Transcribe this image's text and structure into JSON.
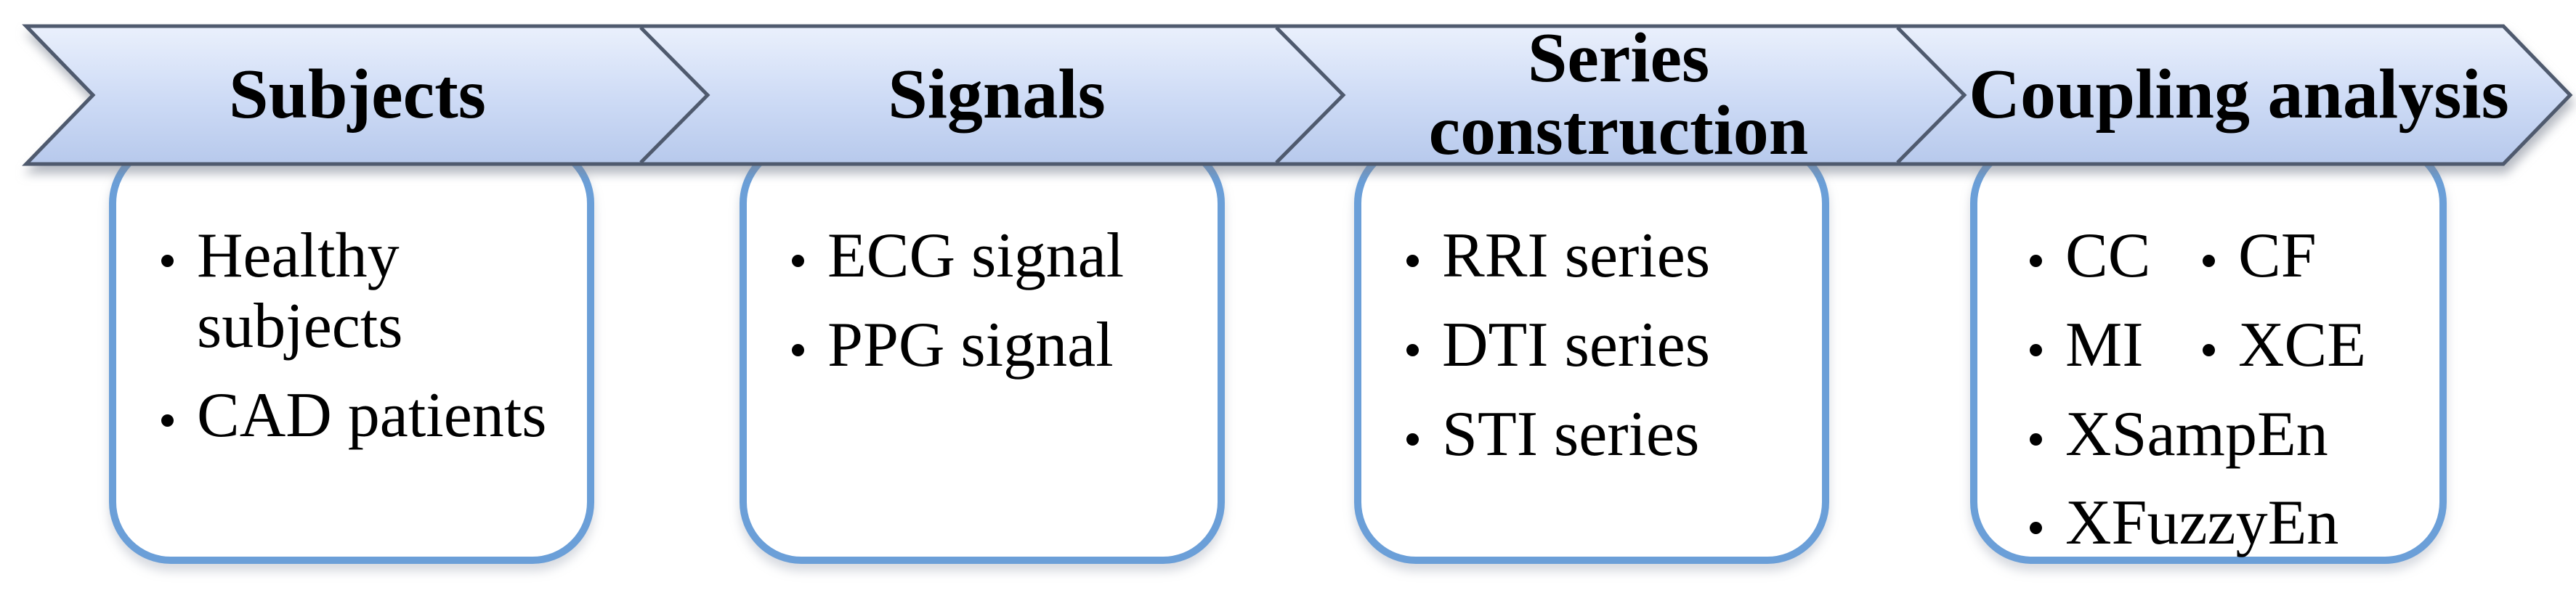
{
  "figure": {
    "description": "Process flow diagram with four chevron stages and bullet detail boxes",
    "stages": [
      {
        "label": "Subjects",
        "items": [
          "Healthy subjects",
          "CAD patients"
        ]
      },
      {
        "label": "Signals",
        "items": [
          "ECG signal",
          "PPG signal"
        ]
      },
      {
        "label": "Series construction",
        "items": [
          "RRI series",
          "DTI series",
          "STI series"
        ]
      },
      {
        "label": "Coupling analysis",
        "items": [
          "CC",
          "CF",
          "MI",
          "XCE",
          "XSampEn",
          "XFuzzyEn"
        ]
      }
    ],
    "colors": {
      "chevron_fill_top": "#eaf0fc",
      "chevron_fill_mid": "#cfdcf6",
      "chevron_fill_bottom": "#b7c9ec",
      "chevron_border": "#4f5a6e",
      "box_border": "#6b9fd8",
      "text": "#000000",
      "background": "#ffffff"
    }
  }
}
